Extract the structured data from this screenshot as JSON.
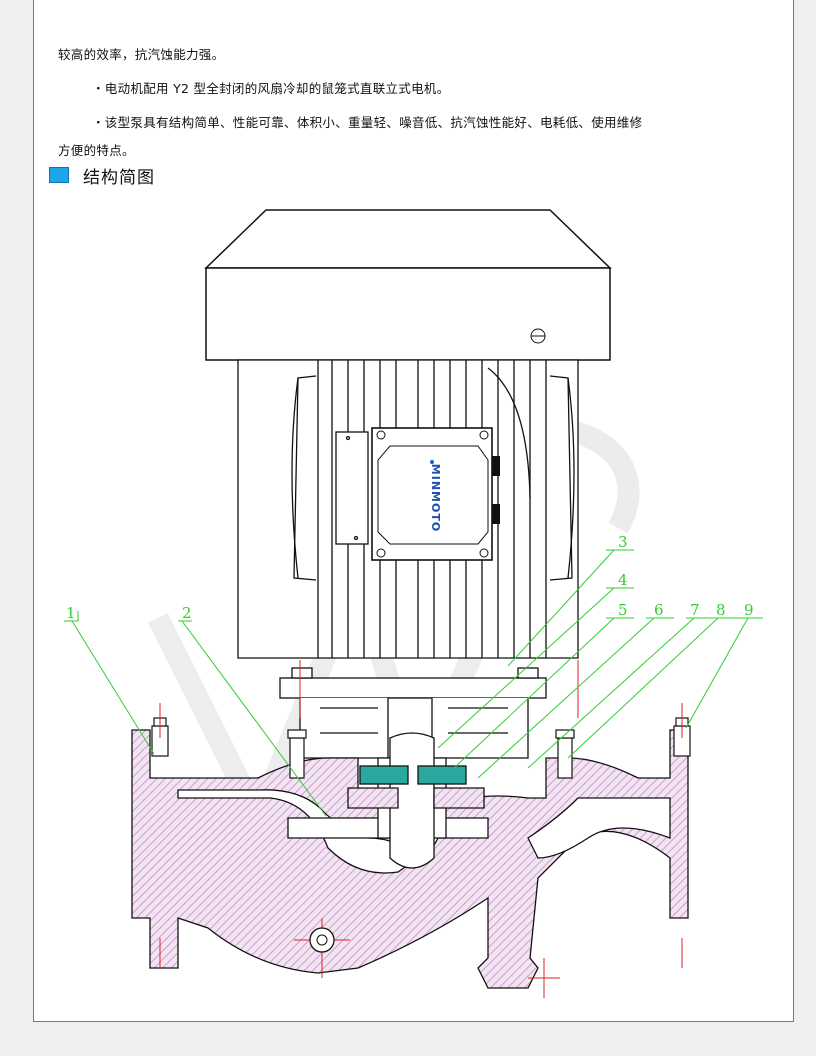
{
  "paragraphs": {
    "p1": "较高的效率，抗汽蚀能力强。",
    "p2": "・电动机配用 Y2 型全封闭的风扇冷却的鼠笼式直联立式电机。",
    "p3a": "・该型泵具有结构简单、性能可靠、体积小、重量轻、噪音低、抗汽蚀性能好、电耗低、使用维修",
    "p3b": "方便的特点。"
  },
  "section": {
    "title": "结构简图",
    "accent_color": "#1ea5e8"
  },
  "diagram": {
    "motor_brand": "MINMOTO",
    "part_labels": [
      "1",
      "2",
      "3",
      "4",
      "5",
      "6",
      "7",
      "8",
      "9"
    ],
    "hatch_color": "#c8a0c8",
    "leader_color": "#33cc33",
    "centerline_color": "#e02020"
  }
}
